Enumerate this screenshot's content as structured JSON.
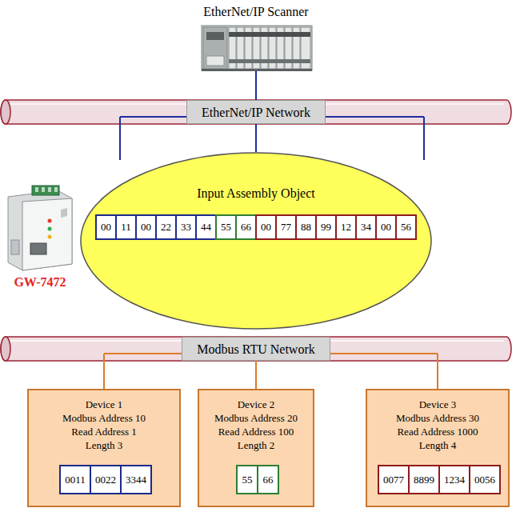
{
  "diagram": {
    "nodes": [
      {
        "text": [
          "EtherNet/IP Network"
        ]
      },
      {
        "text": [
          "Input Assembly Object"
        ]
      },
      {
        "text": [
          "00"
        ],
        "in": 1
      },
      {
        "text": [
          "11"
        ],
        "in": 1
      },
      {
        "text": [
          "00"
        ],
        "in": 1
      },
      {
        "text": [
          "22"
        ],
        "in": 1
      },
      {
        "text": [
          "33"
        ],
        "in": 1
      },
      {
        "text": [
          "44"
        ],
        "in": 1
      },
      {
        "text": [
          "55"
        ],
        "in": 1
      },
      {
        "text": [
          "66"
        ],
        "in": 1
      },
      {
        "text": [
          "00"
        ],
        "in": 1
      },
      {
        "text": [
          "77"
        ],
        "in": 1
      },
      {
        "text": [
          "88"
        ],
        "in": 1
      },
      {
        "text": [
          "99"
        ],
        "in": 1
      },
      {
        "text": [
          "12"
        ],
        "in": 1
      },
      {
        "text": [
          "34"
        ],
        "in": 1
      },
      {
        "text": [
          "00"
        ],
        "in": 1
      },
      {
        "text": [
          "56"
        ],
        "in": 1
      },
      {
        "text": [
          "Modbus RTU Network"
        ]
      },
      {
        "text": [
          "Device 1",
          "Modbus Address 10",
          "Read Address 1",
          "Length 3"
        ]
      },
      {
        "text": [
          "0011"
        ],
        "in": 19
      },
      {
        "text": [
          "0022"
        ],
        "in": 19
      },
      {
        "text": [
          "3344"
        ],
        "in": 19
      },
      {
        "text": [
          "Device 2",
          "Modbus Address 20",
          "Read Address 100",
          "Length 2"
        ]
      },
      {
        "text": [
          "55"
        ],
        "in": 23
      },
      {
        "text": [
          "66"
        ],
        "in": 23
      },
      {
        "text": [
          "Device 3",
          "Modbus Address 30",
          "Read Address 1000",
          "Length 4"
        ]
      },
      {
        "text": [
          "0077"
        ],
        "in": 26
      },
      {
        "text": [
          "8899"
        ],
        "in": 26
      },
      {
        "text": [
          "1234"
        ],
        "in": 26
      },
      {
        "text": [
          "0056"
        ],
        "in": 26
      }
    ],
    "edges": [
      {
        "from": 0,
        "to": 1,
        "arrow": "none"
      },
      {
        "from": 18,
        "to": 19,
        "arrow": "none"
      },
      {
        "from": 18,
        "to": 23,
        "arrow": "none"
      },
      {
        "from": 18,
        "to": 26,
        "arrow": "none"
      }
    ],
    "labels": [
      "EtherNet/IP Scanner",
      "GW-7472"
    ]
  }
}
